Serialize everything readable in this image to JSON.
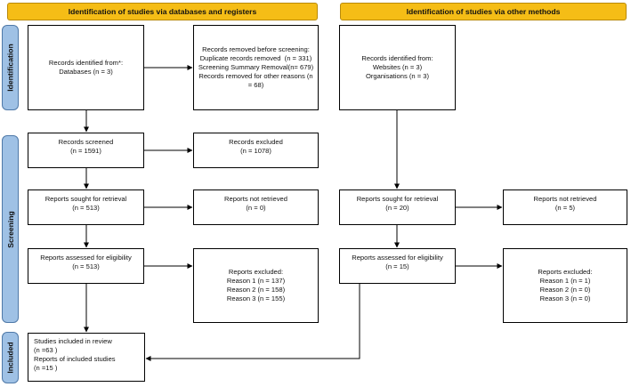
{
  "headers": {
    "databases": "Identification of studies via databases and registers",
    "other": "Identification of studies via other methods"
  },
  "phases": {
    "identification": "Identification",
    "screening": "Screening",
    "included": "Included"
  },
  "boxes": {
    "records_identified_db": [
      "Records identified from*:",
      "Databases (n = 3)"
    ],
    "records_removed": [
      "Records removed before screening:",
      "Duplicate records removed  (n = 331)",
      "Screening Summary Removal(n= 679)",
      "Records removed for other reasons (n = 68)"
    ],
    "records_identified_other": [
      "Records identified from:",
      "Websites (n = 3)",
      "Organisations (n = 3)"
    ],
    "records_screened": [
      "Records screened",
      "(n = 1591)"
    ],
    "records_excluded": [
      "Records excluded",
      "(n = 1078)"
    ],
    "reports_sought_db": [
      "Reports sought for retrieval",
      "(n = 513)"
    ],
    "reports_not_retrieved_db": [
      "Reports not retrieved",
      "(n = 0)"
    ],
    "reports_sought_other": [
      "Reports sought for retrieval",
      "(n = 20)"
    ],
    "reports_not_retrieved_other": [
      "Reports not retrieved",
      "(n = 5)"
    ],
    "reports_assessed_db": [
      "Reports assessed for eligibility",
      "(n = 513)"
    ],
    "reports_excluded_db": [
      "Reports excluded:",
      "Reason 1 (n = 137)",
      "Reason 2 (n = 158)",
      "Reason 3 (n = 155)"
    ],
    "reports_assessed_other": [
      "Reports assessed for eligibility",
      "(n = 15)"
    ],
    "reports_excluded_other": [
      "Reports excluded:",
      "Reason 1 (n = 1)",
      "Reason 2 (n = 0)",
      "Reason 3 (n = 0)"
    ],
    "studies_included": [
      "Studies included in review",
      "(n =63 )",
      "Reports of included studies",
      "(n =15 )"
    ]
  }
}
